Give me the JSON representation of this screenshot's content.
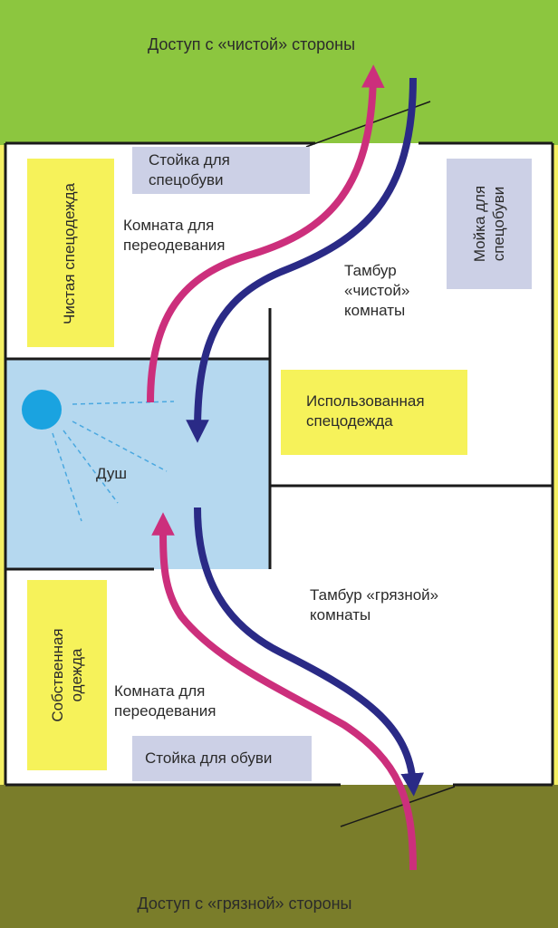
{
  "zones": {
    "clean_access": "Доступ с «чистой» стороны",
    "dirty_access": "Доступ с «грязной» стороны",
    "clean_changing_room": "Комната для\nпереодевания",
    "dirty_changing_room": "Комната для\nпереодевания",
    "clean_vestibule": "Тамбур\n«чистой»\nкомнаты",
    "dirty_vestibule": "Тамбур «грязной»\nкомнаты",
    "shower": "Душ"
  },
  "items": {
    "clean_workwear": "Чистая спецодежда",
    "workboot_rack": "Стойка для\nспецобуви",
    "workboot_washer": "Мойка для\nспецобуви",
    "used_workwear": "Использованная\nспецодежда",
    "own_clothes": "Собственная\nодежда",
    "shoe_rack": "Стойка для обуви"
  },
  "colors": {
    "clean_zone": "#8cc63f",
    "dirty_zone": "#7a7d2a",
    "room": "#ffffff",
    "shower": "#b5d8ef",
    "shower_head": "#1aa3e0",
    "storage_yellow": "#f6f25a",
    "rack_lavender": "#ccd0e6",
    "arrow_in": "#cc2f7c",
    "arrow_out": "#2a2a86",
    "border": "#1a1a1a",
    "outer_background": "#f4ef63"
  }
}
